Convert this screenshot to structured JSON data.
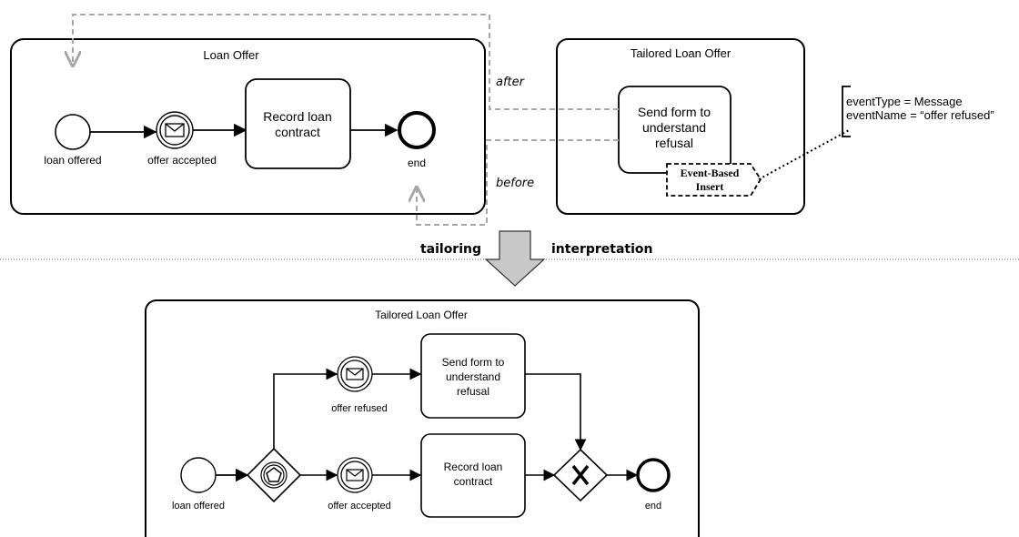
{
  "top_left_pool": {
    "title": "Loan Offer",
    "start_event_label": "loan offered",
    "message_event_label": "offer accepted",
    "task_label_lines": [
      "Record loan",
      "contract"
    ],
    "end_event_label": "end"
  },
  "top_right_pool": {
    "title": "Tailored Loan Offer",
    "task_label_lines": [
      "Send form to",
      "understand",
      "refusal"
    ],
    "insert_marker_lines": [
      "Event-Based",
      "Insert"
    ]
  },
  "connector_labels": {
    "after": "after",
    "before": "before"
  },
  "annotation_lines": [
    "eventType = Message",
    "eventName = “offer refused”"
  ],
  "transition": {
    "left_label": "tailoring",
    "right_label": "interpretation"
  },
  "bottom_pool": {
    "title": "Tailored Loan Offer",
    "upper_task_lines": [
      "Send form to",
      "understand",
      "refusal"
    ],
    "upper_event_label": "offer refused",
    "lower_task_lines": [
      "Record loan",
      "contract"
    ],
    "lower_event_label": "offer accepted",
    "start_event_label": "loan offered",
    "end_event_label": "end"
  },
  "colors": {
    "stroke": "#000000",
    "dashed_connector": "#a6a6a6",
    "big_arrow_fill": "#c8c8c8"
  }
}
